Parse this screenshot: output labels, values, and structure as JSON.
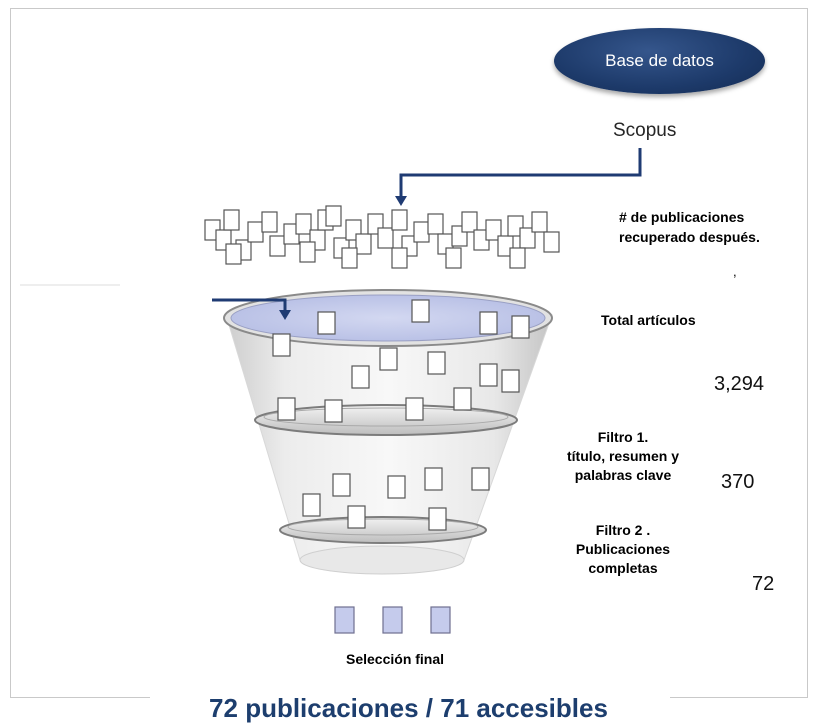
{
  "source": {
    "pill_label": "Base de datos",
    "name": "Scopus"
  },
  "labels": {
    "retrieved": [
      "# de publicaciones",
      "recuperado después."
    ],
    "tick_mark": ",",
    "total_title": "Total artículos",
    "total_value": "3,294",
    "filter1": [
      "Filtro 1.",
      "título, resumen y",
      "palabras clave"
    ],
    "filter1_value": "370",
    "filter2": [
      "Filtro 2 .",
      "Publicaciones",
      "completas"
    ],
    "filter2_value": "72",
    "final": "Selección final"
  },
  "summary": "72 publicaciones / 71 accesibles",
  "colors": {
    "pill": "#1d3a6a",
    "arrow": "#1f3b73",
    "funnel_top": "#c4cbeb",
    "final_docs": "#c5cbec",
    "summary_text": "#1d3e6e"
  }
}
